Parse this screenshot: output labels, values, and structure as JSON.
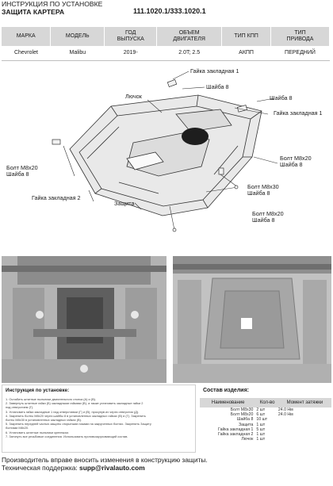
{
  "header": {
    "line1": "ИНСТРУКЦИЯ ПО УСТАНОВКЕ",
    "line2": "ЗАЩИТА КАРТЕРА",
    "code": "111.1020.1/333.1020.1"
  },
  "spec": {
    "headers": [
      "МАРКА",
      "МОДЕЛЬ",
      "ГОД ВЫПУСКА",
      "ОБЪЕМ ДВИГАТЕЛЯ",
      "ТИП КПП",
      "ТИП ПРИВОДА"
    ],
    "row": [
      "Chevrolet",
      "Malibu",
      "2019-",
      "2.0T; 2.5",
      "АКПП",
      "ПЕРЕДНИЙ"
    ]
  },
  "diagram": {
    "labels": {
      "nut1": "Гайка закладная 1",
      "washer8_a": "Шайба 8",
      "lyuchok": "Лючок",
      "washer8_b": "Шайба 8",
      "nut1_b": "Гайка закладная 1",
      "bolt_m8x20_r": "Болт М8х20",
      "washer8_r": "Шайба 8",
      "bolt_m8x20_l": "Болт М8х20",
      "washer8_l": "Шайба 8",
      "bolt_m8x30": "Болт М8х30",
      "washer8_m": "Шайба 8",
      "nut2": "Гайка закладная 2",
      "zashchita": "Защита",
      "bolt_m8x20_b": "Болт М8х20",
      "washer8_bottom": "Шайба 8"
    }
  },
  "instructions": {
    "title": "Инструкция по установке:",
    "steps": [
      "1. Ослабить штатные пыльники двигательного отсека (A) и (B).",
      "2. Завернуть штатные гайки (Б) закладными гайками (В), а также установить закладные гайки 2",
      "под отверстием (Г).",
      "3. Установить гайки закладные 1 над отверстиями (Г) и (В), просунув их через отверстия (Д).",
      "4. Закрепить болты М8х20 через шайбы 8 в установленных закладных гайках (В) и (Г). Закрепить",
      "болты М8х30 в установленных закладных гайках (В).",
      "5. Закрепить передней частью защиты открытыми пазами на закрученных болтах. Закрепить Защиту",
      "болтами М8х20.",
      "6. Установить штатные пыльники крепежом.",
      "7. Затянуть все резьбовые соединения. Использовать противоскручивающий состав."
    ]
  },
  "parts": {
    "title": "Состав изделия:",
    "headers": [
      "Наименование",
      "Кол-во",
      "Момент затяжки"
    ],
    "rows": [
      [
        "Болт М8х30",
        "2 шт",
        "24.0 Нм"
      ],
      [
        "Болт М8х20",
        "6 шт",
        "24.0 Нм"
      ],
      [
        "Шайба 8",
        "10 шт",
        ""
      ],
      [
        "Защита",
        "1 шт",
        ""
      ],
      [
        "Гайка закладная 1",
        "5 шт",
        ""
      ],
      [
        "Гайка закладная 2",
        "1 шт",
        ""
      ],
      [
        "Лючок",
        "1 шт",
        ""
      ]
    ]
  },
  "footer": {
    "line1": "Производитель вправе вносить изменения в конструкцию защиты.",
    "support_label": "Техническая поддержка: ",
    "support_email": "supp@rivalauto.com"
  }
}
